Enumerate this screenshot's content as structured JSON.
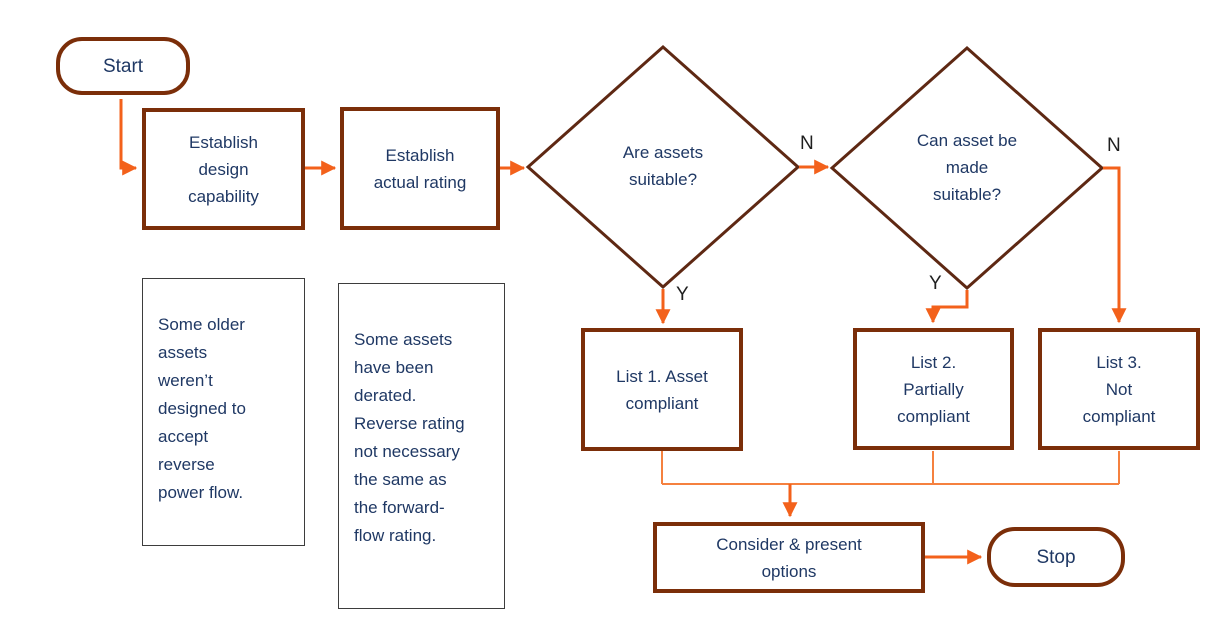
{
  "colors": {
    "shape_border": "#7B2E09",
    "diamond_border": "#5E2813",
    "arrow": "#F3611B",
    "connector": "#F5813F",
    "text": "#1F3864",
    "label": "#1F1F1F",
    "note_border": "#3D3D3D",
    "background": "#FFFFFF"
  },
  "nodes": {
    "start": {
      "label": "Start"
    },
    "establish_design": {
      "label": "Establish\ndesign\ncapability"
    },
    "establish_rating": {
      "label": "Establish\nactual rating"
    },
    "assets_suitable": {
      "label": "Are assets\nsuitable?"
    },
    "made_suitable": {
      "label": "Can asset be\nmade\nsuitable?"
    },
    "list1": {
      "label": "List 1. Asset\ncompliant"
    },
    "list2": {
      "label": "List 2.\nPartially\ncompliant"
    },
    "list3": {
      "label": "List 3.\nNot\ncompliant"
    },
    "consider": {
      "label": "Consider & present\noptions"
    },
    "stop": {
      "label": "Stop"
    }
  },
  "branch_labels": {
    "n1": "N",
    "y1": "Y",
    "n2": "N",
    "y2": "Y"
  },
  "notes": {
    "note1": "Some older\nassets\nweren’t\ndesigned to\naccept\nreverse\npower flow.",
    "note2": "Some assets\nhave been\nderated.\nReverse rating\nnot necessary\nthe same as\nthe forward-\nflow rating."
  }
}
